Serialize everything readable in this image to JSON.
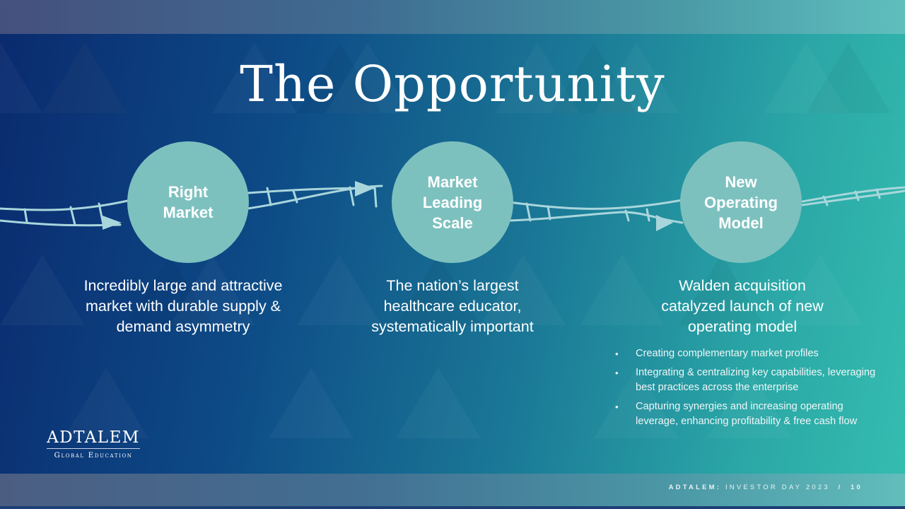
{
  "slide": {
    "title": "The Opportunity",
    "pillars": [
      {
        "circle_label": "Right\nMarket",
        "description": "Incredibly large and attractive\nmarket with durable supply &\ndemand asymmetry"
      },
      {
        "circle_label": "Market\nLeading\nScale",
        "description": "The nation’s largest\nhealthcare educator,\nsystematically important"
      },
      {
        "circle_label": "New\nOperating\nModel",
        "description": "Walden acquisition\ncatalyzed launch of new\noperating model",
        "bullets": [
          "Creating complementary market profiles",
          "Integrating & centralizing key capabilities, leveraging best practices across the enterprise",
          "Capturing synergies and increasing operating leverage, enhancing profitability & free cash flow"
        ]
      }
    ],
    "bullet_glyph": "•"
  },
  "logo": {
    "name": "ADTALEM",
    "tagline": "Global Education"
  },
  "footer": {
    "brand": "ADTALEM:",
    "event": "INVESTOR DAY 2023",
    "separator": "/",
    "page_number": "10"
  },
  "colors": {
    "circle_fill": "#7dc1bf",
    "helix_stroke": "#a9d6dc",
    "bg_left": "#0a2a6e",
    "bg_right": "#35bdb0"
  }
}
